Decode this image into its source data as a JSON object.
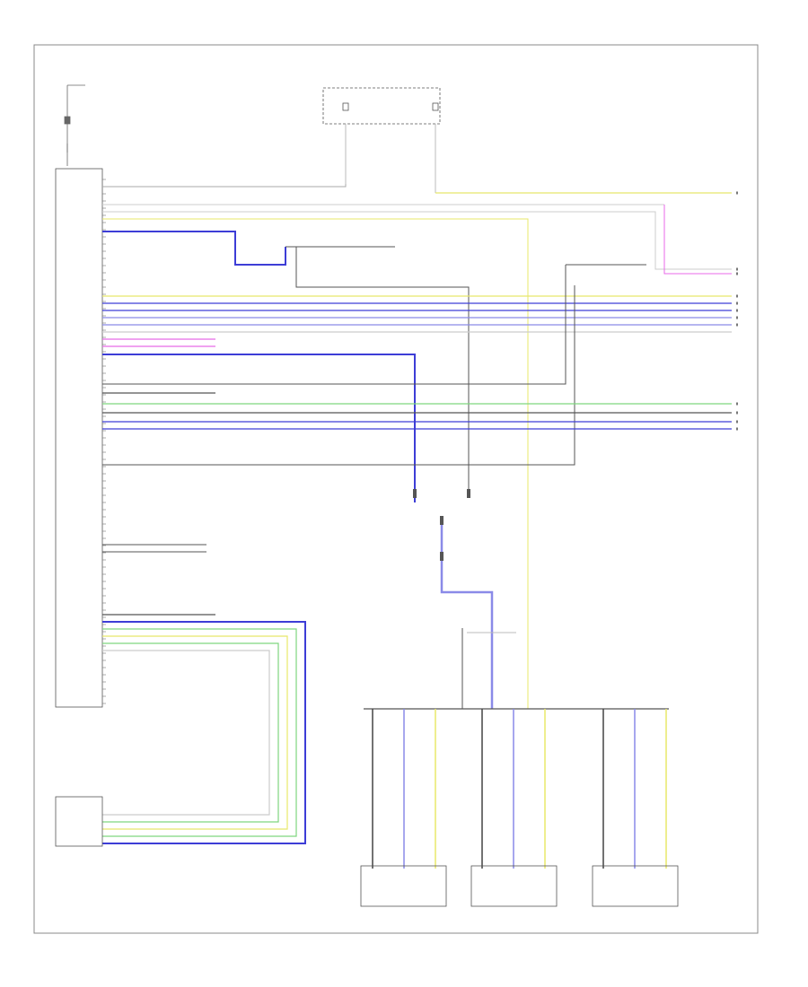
{
  "figure_id": "",
  "components": {
    "main_module": {
      "name": "",
      "note": ""
    },
    "fuse_block_1": {
      "name": ""
    },
    "fuse_block_2": {
      "name": ""
    },
    "lower_left_module": {
      "name": ""
    },
    "antenna_left": {
      "name": ""
    },
    "antenna_center": {
      "name": ""
    },
    "antenna_right": {
      "name": ""
    }
  },
  "colors": {
    "black": "#444444",
    "blue": "#3d3dd6",
    "light_blue": "#8a8ae8",
    "yellow": "#e8e86a",
    "green": "#7fd67f",
    "pink": "#e86ae8",
    "gray": "#999999"
  },
  "wires": [
    {
      "from": "main_module",
      "to": "fuse_block",
      "color": "gray"
    },
    {
      "from": "main_module",
      "to": "connector_right",
      "color": "yellow"
    },
    {
      "from": "main_module",
      "to": "connector_right",
      "color": "blue"
    },
    {
      "from": "main_module",
      "to": "connector_right",
      "color": "light_blue"
    },
    {
      "from": "main_module",
      "to": "connector_right",
      "color": "green"
    },
    {
      "from": "main_module",
      "to": "connector_right",
      "color": "pink"
    },
    {
      "from": "main_module",
      "to": "lower_left_module",
      "color": "blue"
    },
    {
      "from": "main_module",
      "to": "lower_left_module",
      "color": "green"
    },
    {
      "from": "main_module",
      "to": "lower_left_module",
      "color": "yellow"
    },
    {
      "from": "antenna_bus",
      "to": "antenna_modules",
      "color": "black"
    }
  ]
}
